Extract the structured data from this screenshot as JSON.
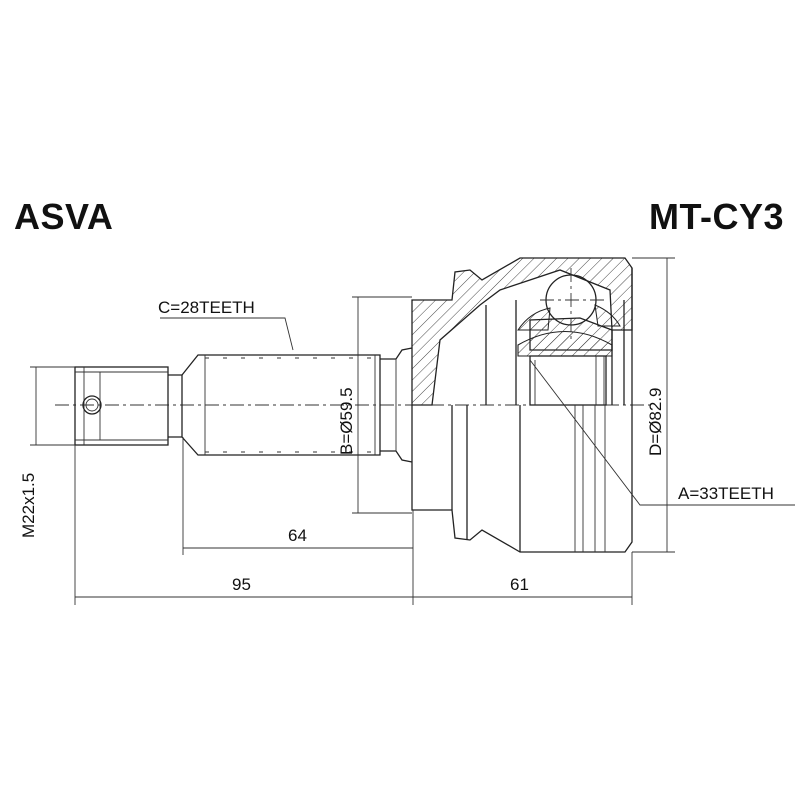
{
  "brand": "ASVA",
  "part_number": "MT-CY3",
  "labels": {
    "outer_spline": "C=28TEETH",
    "inner_spline": "A=33TEETH",
    "seal_diameter": "B=Ø59.5",
    "outer_diameter": "D=Ø82.9",
    "thread": "M22x1.5",
    "spline_length": "64",
    "shaft_length": "95",
    "housing_length": "61"
  },
  "colors": {
    "line": "#222222",
    "background": "#ffffff"
  }
}
